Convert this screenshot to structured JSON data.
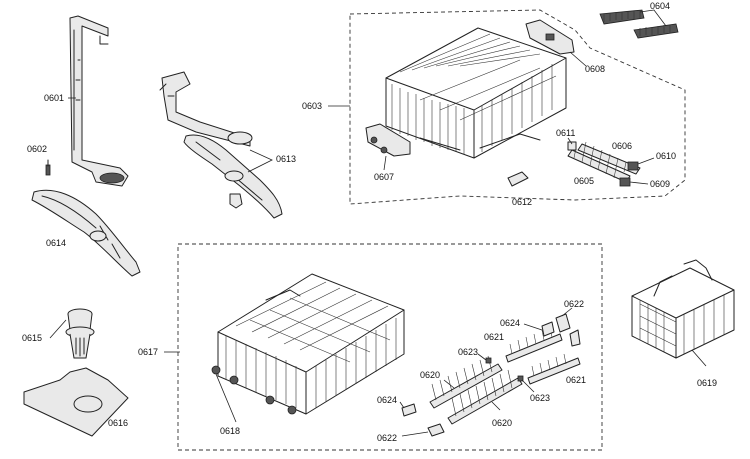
{
  "labels": {
    "p0601": "0601",
    "p0602": "0602",
    "p0603": "0603",
    "p0604": "0604",
    "p0605": "0605",
    "p0606": "0606",
    "p0607": "0607",
    "p0608": "0608",
    "p0609": "0609",
    "p0610": "0610",
    "p0611": "0611",
    "p0612": "0612",
    "p0613": "0613",
    "p0614": "0614",
    "p0615": "0615",
    "p0616": "0616",
    "p0617": "0617",
    "p0618": "0618",
    "p0619": "0619",
    "p0620a": "0620",
    "p0620b": "0620",
    "p0621a": "0621",
    "p0621b": "0621",
    "p0622a": "0622",
    "p0622b": "0622",
    "p0623a": "0623",
    "p0623b": "0623",
    "p0624a": "0624",
    "p0624b": "0624"
  },
  "colors": {
    "line": "#222222",
    "part_fill": "#e9e9e9",
    "background": "#ffffff"
  }
}
